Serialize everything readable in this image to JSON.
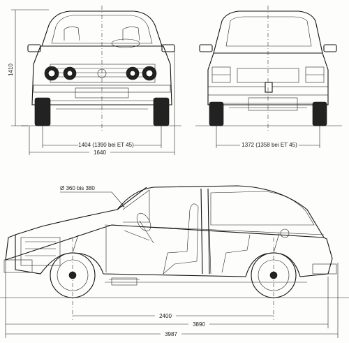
{
  "dimensions": {
    "height": "1410",
    "front_track": "1404 (1390 bei ET 45)",
    "overall_width": "1640",
    "rear_track": "1372 (1358 bei ET 45)",
    "wheel_diameter": "Ø 360 bis 380",
    "wheelbase": "2400",
    "length_bumper": "3890",
    "overall_length": "3987"
  }
}
